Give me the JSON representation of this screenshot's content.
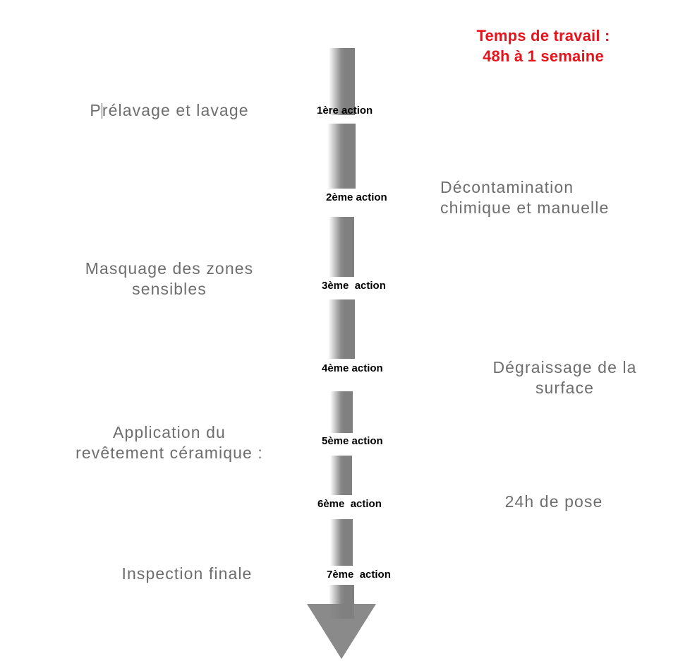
{
  "header": {
    "title_line1": "Temps de travail :",
    "title_line2": "48h à 1 semaine",
    "color": "#e8131a"
  },
  "diagram": {
    "type": "process-timeline",
    "orientation": "vertical-downward",
    "bar_color": "#808080",
    "label_color": "#6e6e6e",
    "step_color": "#000000",
    "steps": [
      {
        "index": 1,
        "step_label": "1ère action",
        "side": "left",
        "description": "Prélavage et lavage"
      },
      {
        "index": 2,
        "step_label": "2ème action",
        "side": "right",
        "description": "Décontamination\nchimique et manuelle"
      },
      {
        "index": 3,
        "step_label": "3ème  action",
        "side": "left",
        "description": "Masquage des zones\nsensibles"
      },
      {
        "index": 4,
        "step_label": "4ème action",
        "side": "right",
        "description": "Dégraissage de la\nsurface"
      },
      {
        "index": 5,
        "step_label": "5ème action",
        "side": "left",
        "description": "Application du\nrevêtement céramique :"
      },
      {
        "index": 6,
        "step_label": "6ème  action",
        "side": "right",
        "description": "24h de pose"
      },
      {
        "index": 7,
        "step_label": "7ème  action",
        "side": "left",
        "description": "Inspection finale"
      }
    ]
  }
}
